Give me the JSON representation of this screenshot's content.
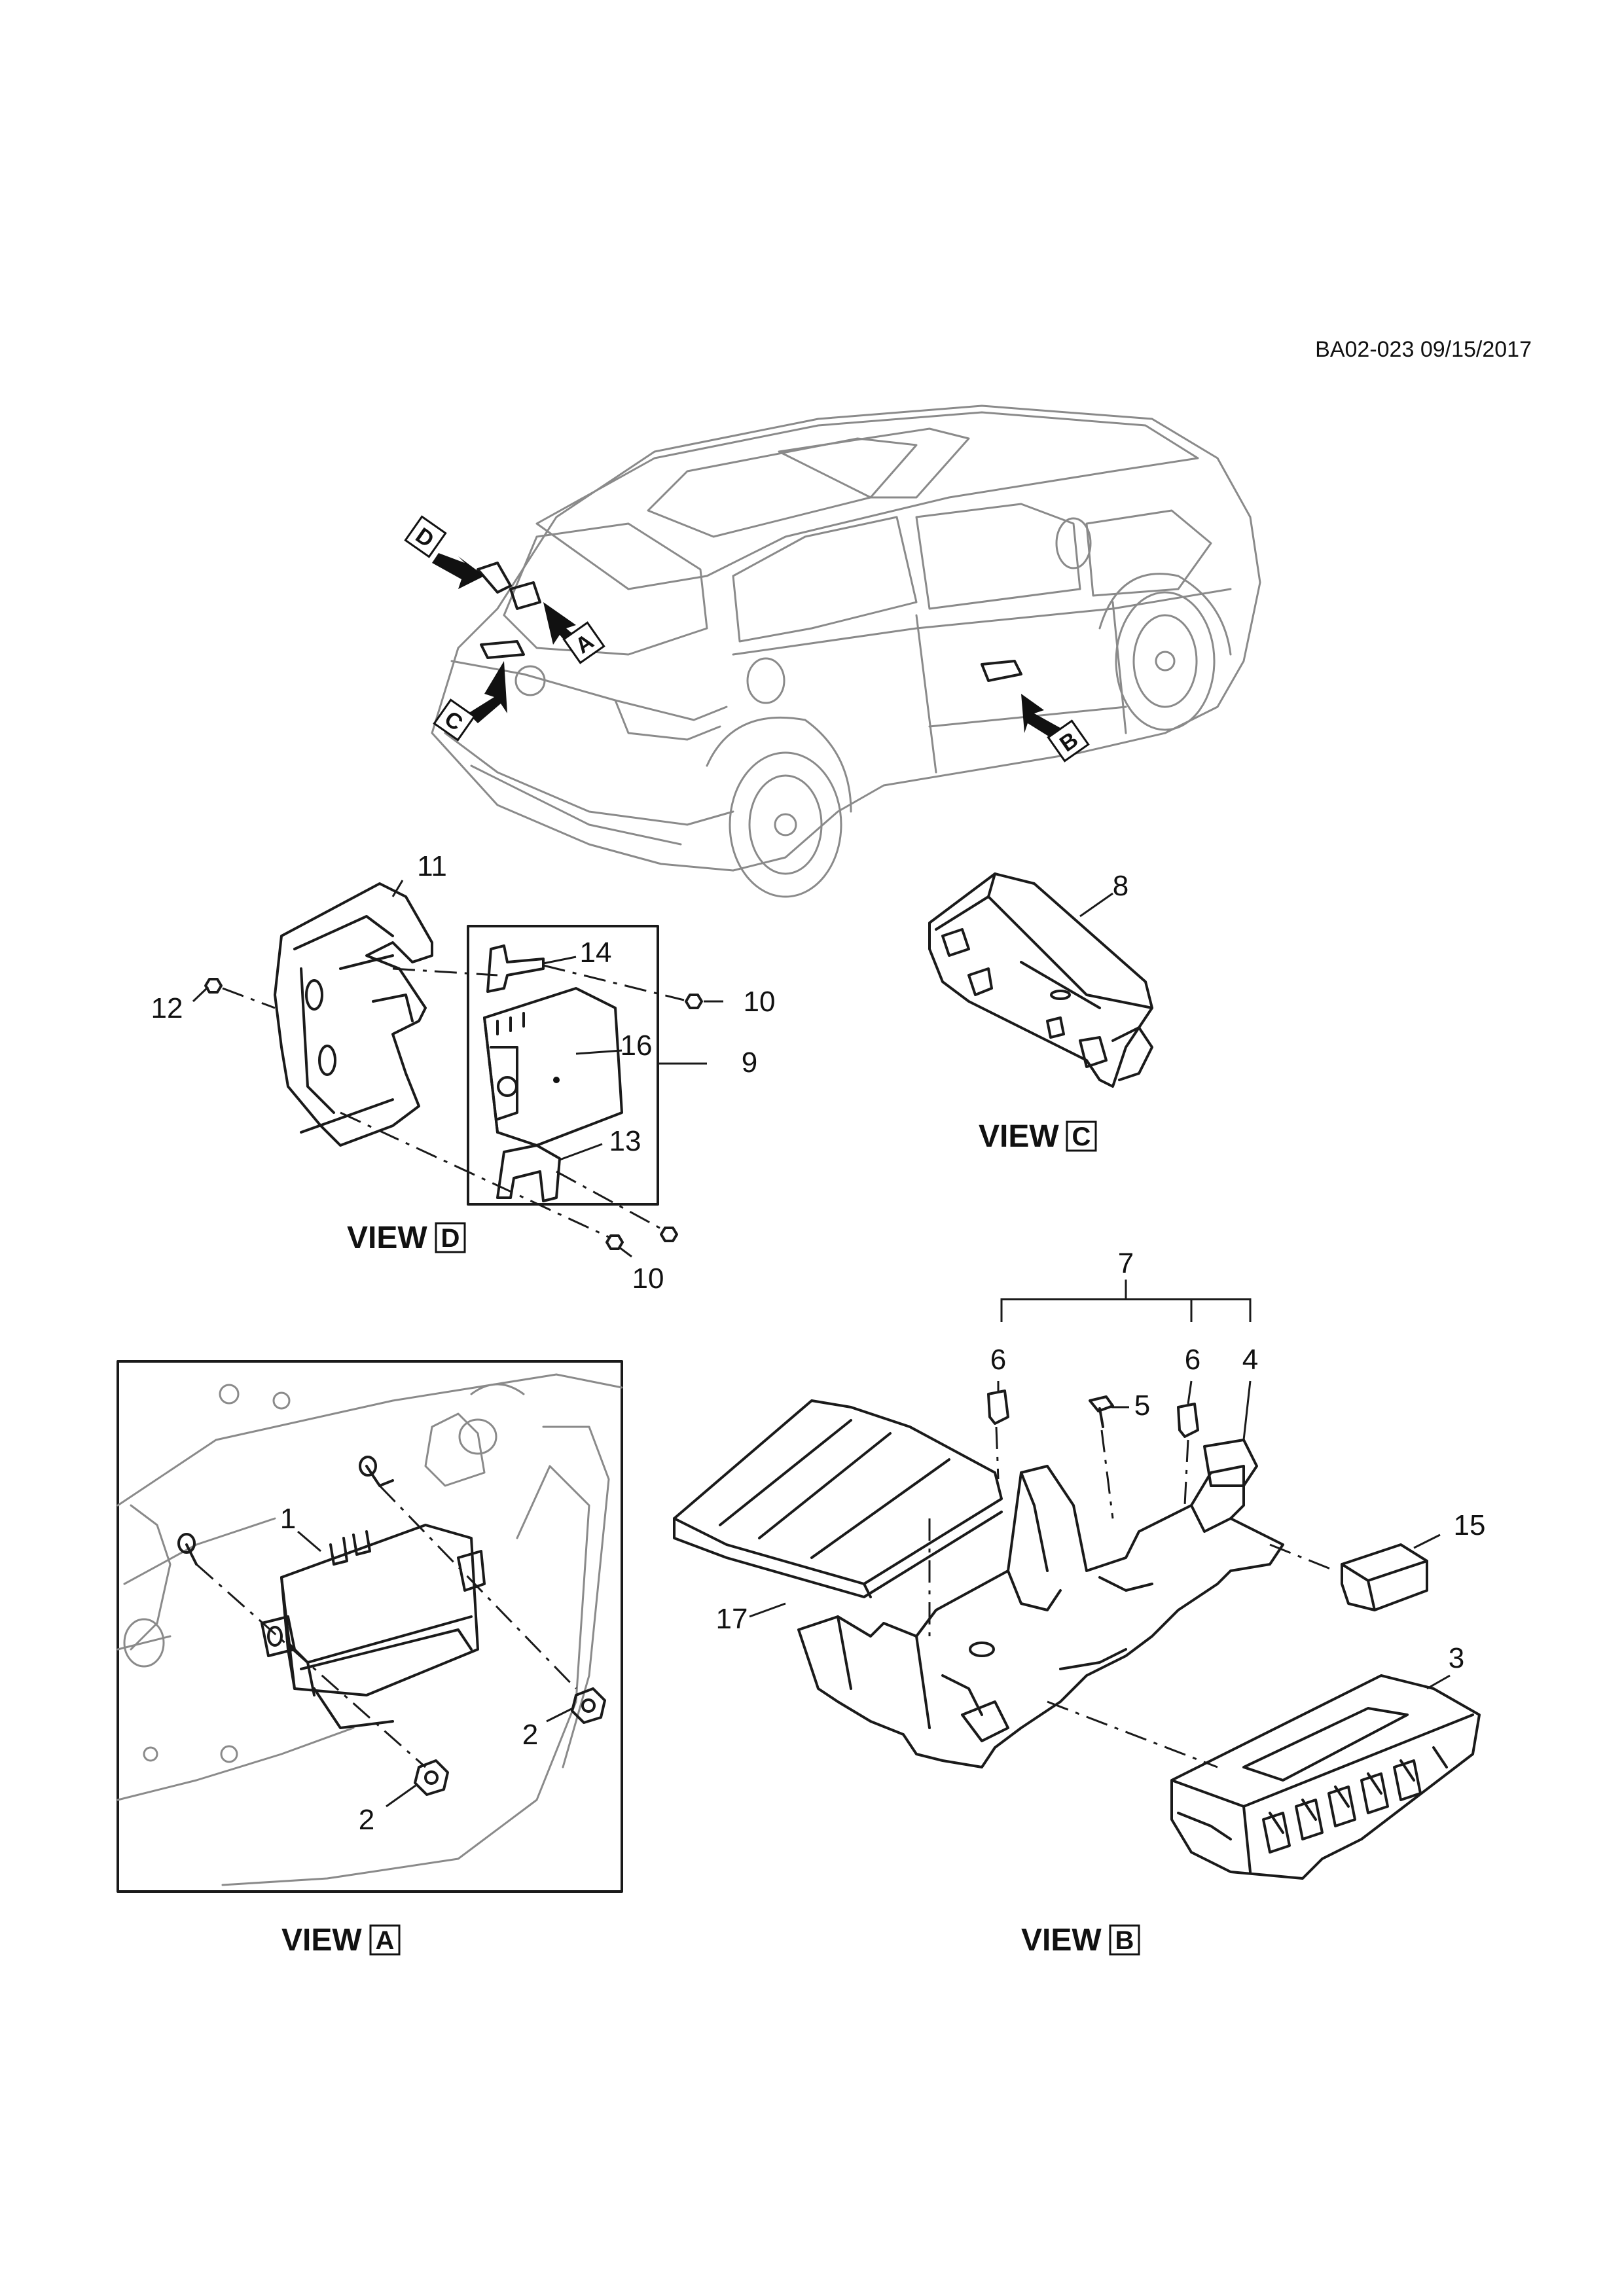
{
  "document": {
    "code": "BA02-023 09/15/2017"
  },
  "view_word": "VIEW",
  "views": {
    "a": "A",
    "b": "B",
    "c": "C",
    "d": "D"
  },
  "arrows": [
    "D",
    "A",
    "C",
    "B"
  ],
  "callouts": {
    "c1": "1",
    "c2a": "2",
    "c2b": "2",
    "c3": "3",
    "c4": "4",
    "c5": "5",
    "c6a": "6",
    "c6b": "6",
    "c7": "7",
    "c8": "8",
    "c9": "9",
    "c10a": "10",
    "c10b": "10",
    "c11": "11",
    "c12": "12",
    "c13": "13",
    "c14": "14",
    "c15": "15",
    "c16": "16",
    "c17": "17"
  }
}
